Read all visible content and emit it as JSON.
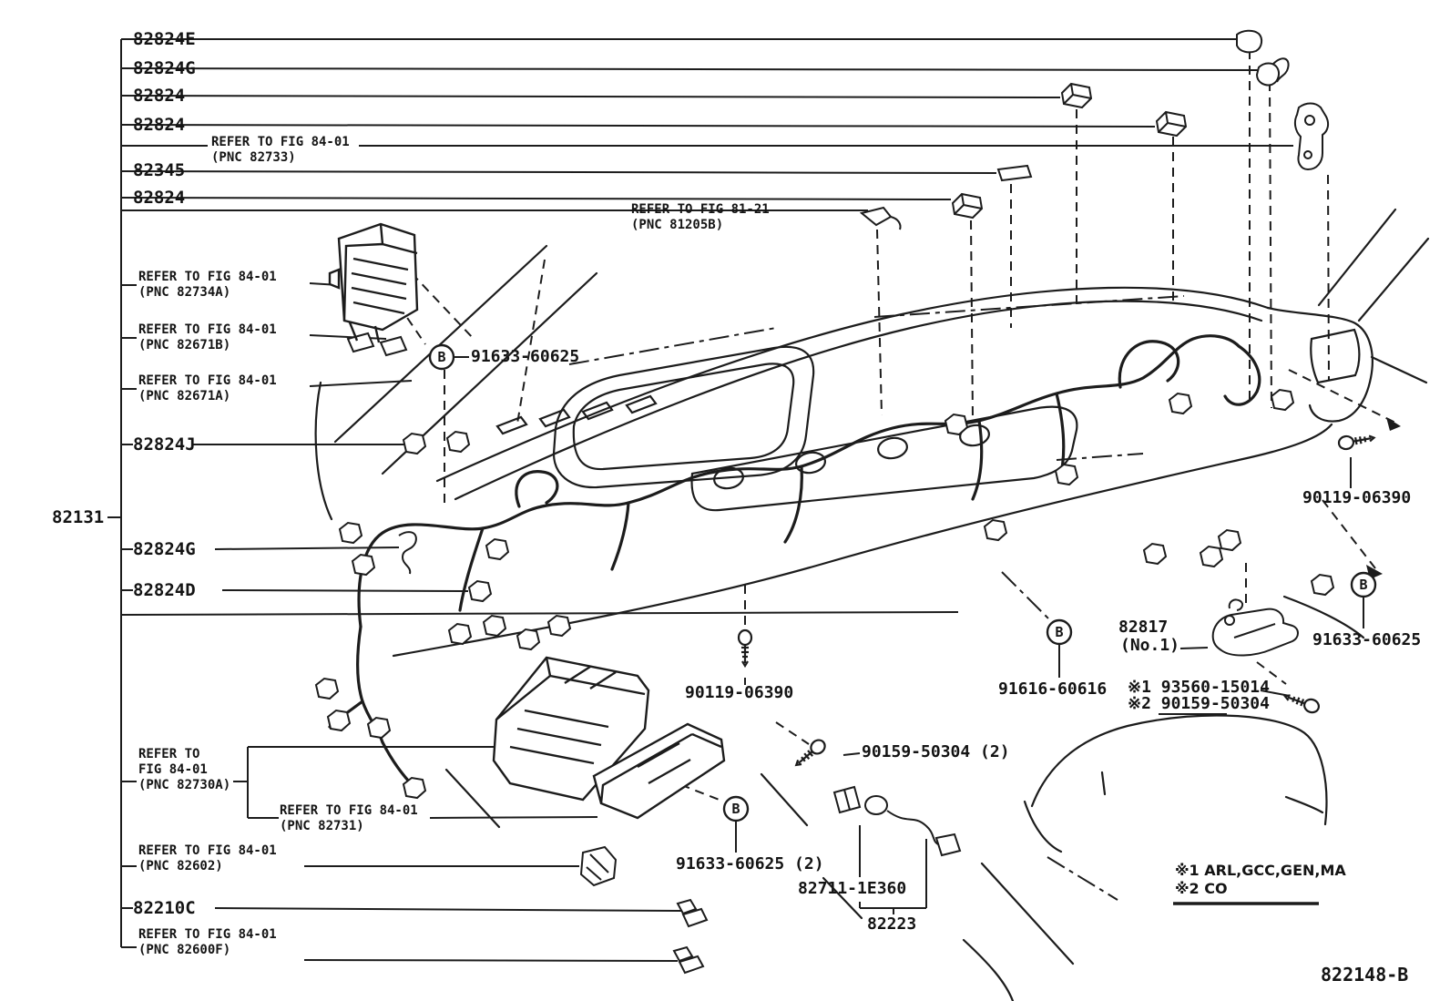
{
  "figure": {
    "code": "822148-B"
  },
  "left_column": {
    "main_part": "82131",
    "items": [
      {
        "label": "82824E"
      },
      {
        "label": "82824G"
      },
      {
        "label": "82824"
      },
      {
        "label": "82824"
      },
      {
        "ref": "REFER TO FIG 84-01",
        "pnc": "(PNC 82733)"
      },
      {
        "label": "82345"
      },
      {
        "label": "82824"
      },
      {
        "ref": "REFER TO FIG 81-21",
        "pnc": "(PNC 81205B)"
      },
      {
        "ref": "REFER TO FIG 84-01",
        "pnc": "(PNC 82734A)"
      },
      {
        "ref": "REFER TO FIG 84-01",
        "pnc": "(PNC 82671B)"
      },
      {
        "ref": "REFER TO FIG 84-01",
        "pnc": "(PNC 82671A)"
      },
      {
        "label": "82824J"
      },
      {
        "label": "82824G"
      },
      {
        "label": "82824D"
      },
      {
        "ref_l1": "REFER TO",
        "ref_l2": "FIG 84-01",
        "pnc": "(PNC 82730A)"
      },
      {
        "ref": "REFER TO FIG 84-01",
        "pnc": "(PNC 82731)"
      },
      {
        "ref": "REFER TO FIG 84-01",
        "pnc": "(PNC 82602)"
      },
      {
        "label": "82210C"
      },
      {
        "ref": "REFER TO FIG 84-01",
        "pnc": "(PNC 82600F)"
      }
    ]
  },
  "callouts": {
    "marker_letter": "B",
    "clamp_b1": "91633-60625",
    "clamp_b2": "91633-60625 (2)",
    "clamp_b3": "91616-60616",
    "clamp_b4": "91633-60625",
    "bolt_lower_mid": "90119-06390",
    "bolt_top_right": "90119-06390",
    "screw_lower_mid": "90159-50304 (2)",
    "bracket_82817": "82817",
    "bracket_82817_no": "(No.1)",
    "alt_screw_1": "※1 93560-15014",
    "alt_screw_2": "※2 90159-50304",
    "connector_82711": "82711-1E360",
    "wire_82223": "82223"
  },
  "footnotes": {
    "line1": "※1 ARL,GCC,GEN,MA",
    "line2": "※2 CO"
  }
}
